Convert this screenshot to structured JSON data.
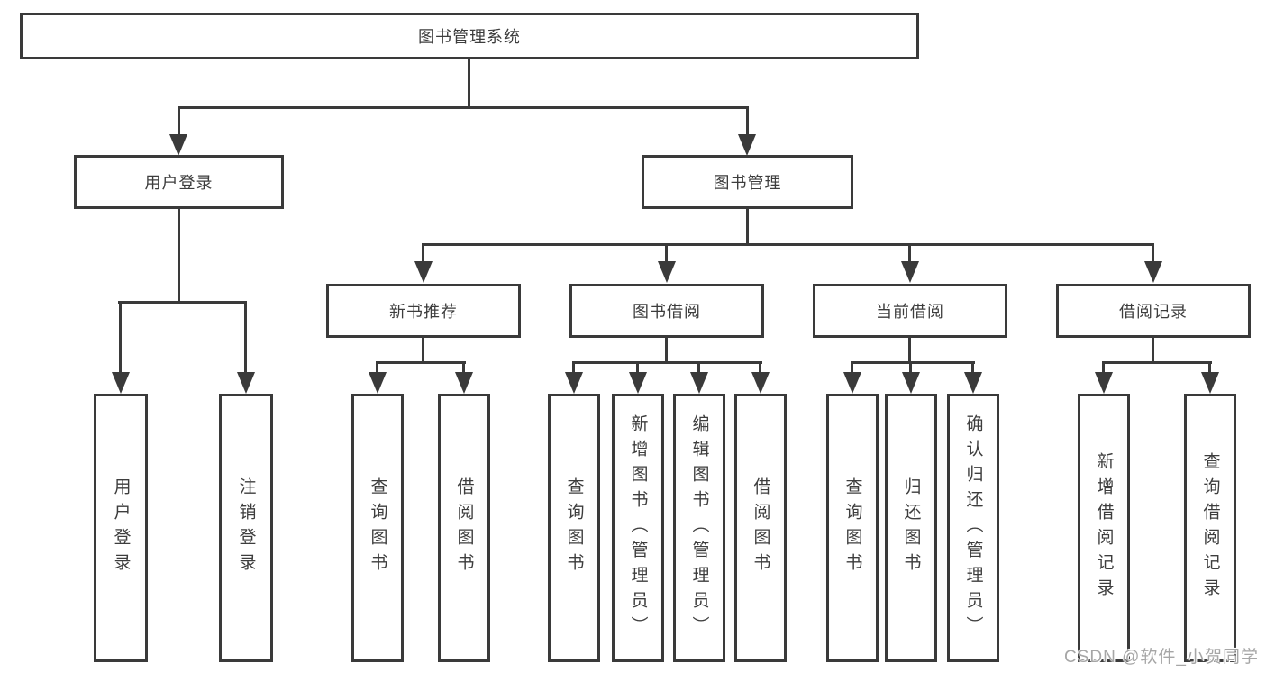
{
  "tree": {
    "label": "图书管理系统",
    "children": [
      {
        "label": "用户登录",
        "children": [
          {
            "label": "用户登录"
          },
          {
            "label": "注销登录"
          }
        ]
      },
      {
        "label": "图书管理",
        "children": [
          {
            "label": "新书推荐",
            "children": [
              {
                "label": "查询图书"
              },
              {
                "label": "借阅图书"
              }
            ]
          },
          {
            "label": "图书借阅",
            "children": [
              {
                "label": "查询图书"
              },
              {
                "label": "新增图书（管理员）"
              },
              {
                "label": "编辑图书（管理员）"
              },
              {
                "label": "借阅图书"
              }
            ]
          },
          {
            "label": "当前借阅",
            "children": [
              {
                "label": "查询图书"
              },
              {
                "label": "归还图书"
              },
              {
                "label": "确认归还（管理员）"
              }
            ]
          },
          {
            "label": "借阅记录",
            "children": [
              {
                "label": "新增借阅记录"
              },
              {
                "label": "查询借阅记录"
              }
            ]
          }
        ]
      }
    ]
  },
  "watermark": {
    "text": "CSDN @软件_小贺同学"
  },
  "colors": {
    "line": "#3a3a3a",
    "text": "#3d3d3d",
    "background": "#ffffff",
    "watermark": "#a6a6a6"
  }
}
